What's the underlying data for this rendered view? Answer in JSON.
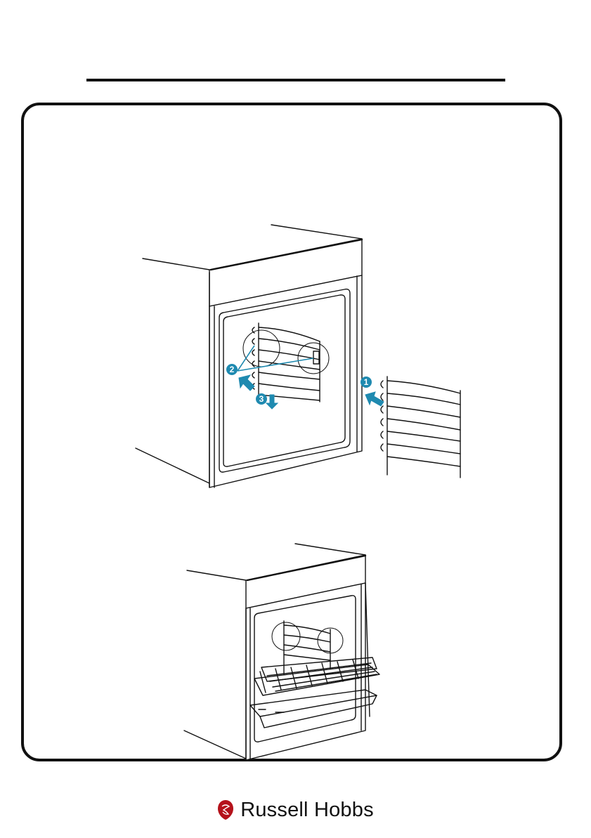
{
  "figure_1": {
    "step_labels": [
      "1",
      "2",
      "3"
    ],
    "accent_color": "#1f8ab0"
  },
  "footer": {
    "brand": "Russell Hobbs",
    "logo_icon": "russell-hobbs-crest-icon",
    "logo_color": "#b5121b"
  }
}
